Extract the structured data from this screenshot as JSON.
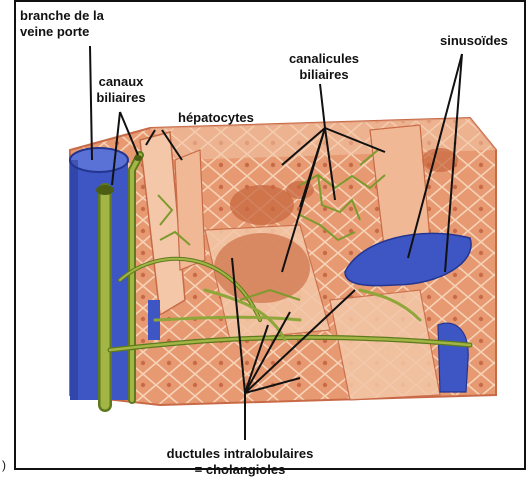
{
  "labels": {
    "branche_veine_porte": "branche de la\nveine porte",
    "canaux_biliaires": "canaux\nbiliaires",
    "hepatocytes": "hépatocytes",
    "canalicules_biliaires": "canalicules\nbiliaires",
    "sinusoides": "sinusoïdes",
    "ductules": "ductules intralobulaires\n= cholangioles"
  },
  "edge_mark": ")",
  "colors": {
    "tissue": "#e79a72",
    "tissue_light": "#f3c7a8",
    "tissue_dark": "#c96a47",
    "vein": "#3d56c4",
    "vein_dark": "#24358f",
    "bile_duct": "#a2b545",
    "bile_duct_dark": "#5f7a1e",
    "leader": "#111111"
  }
}
